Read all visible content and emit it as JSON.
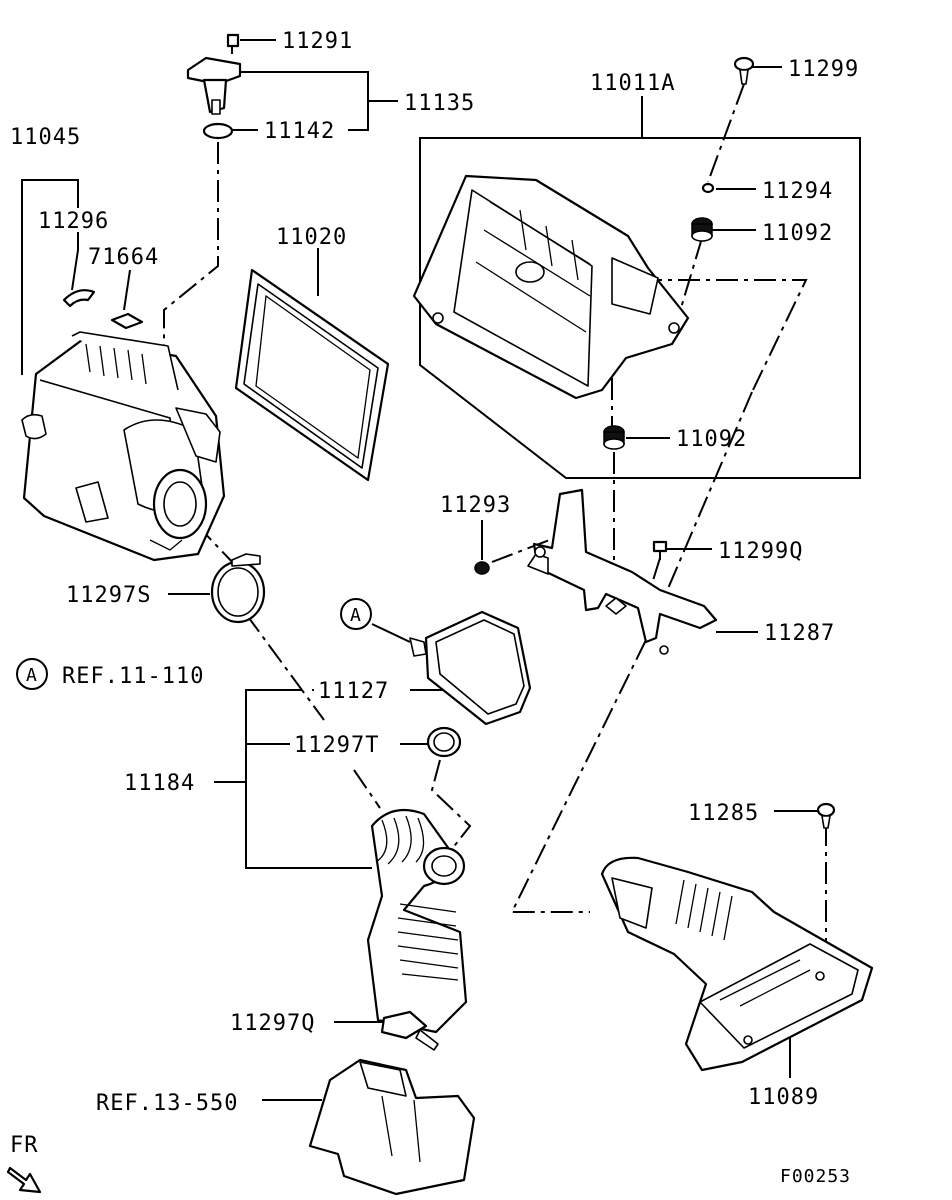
{
  "labels": {
    "l11291": "11291",
    "l11135": "11135",
    "l11142": "11142",
    "l11045": "11045",
    "l11296": "11296",
    "l71664": "71664",
    "l11020": "11020",
    "l11011A": "11011A",
    "l11299": "11299",
    "l11294": "11294",
    "l11092a": "11092",
    "l11092b": "11092",
    "l11293": "11293",
    "l11299Q": "11299Q",
    "l11287": "11287",
    "l11297S": "11297S",
    "ref11": "REF.11-110",
    "l11127": "11127",
    "l11297T": "11297T",
    "l11184": "11184",
    "l11285": "11285",
    "l11297Q": "11297Q",
    "ref13": "REF.13-550",
    "l11089": "11089",
    "fr": "FR",
    "figcode": "F00253",
    "circleA1": "A",
    "circleA2": "A"
  }
}
